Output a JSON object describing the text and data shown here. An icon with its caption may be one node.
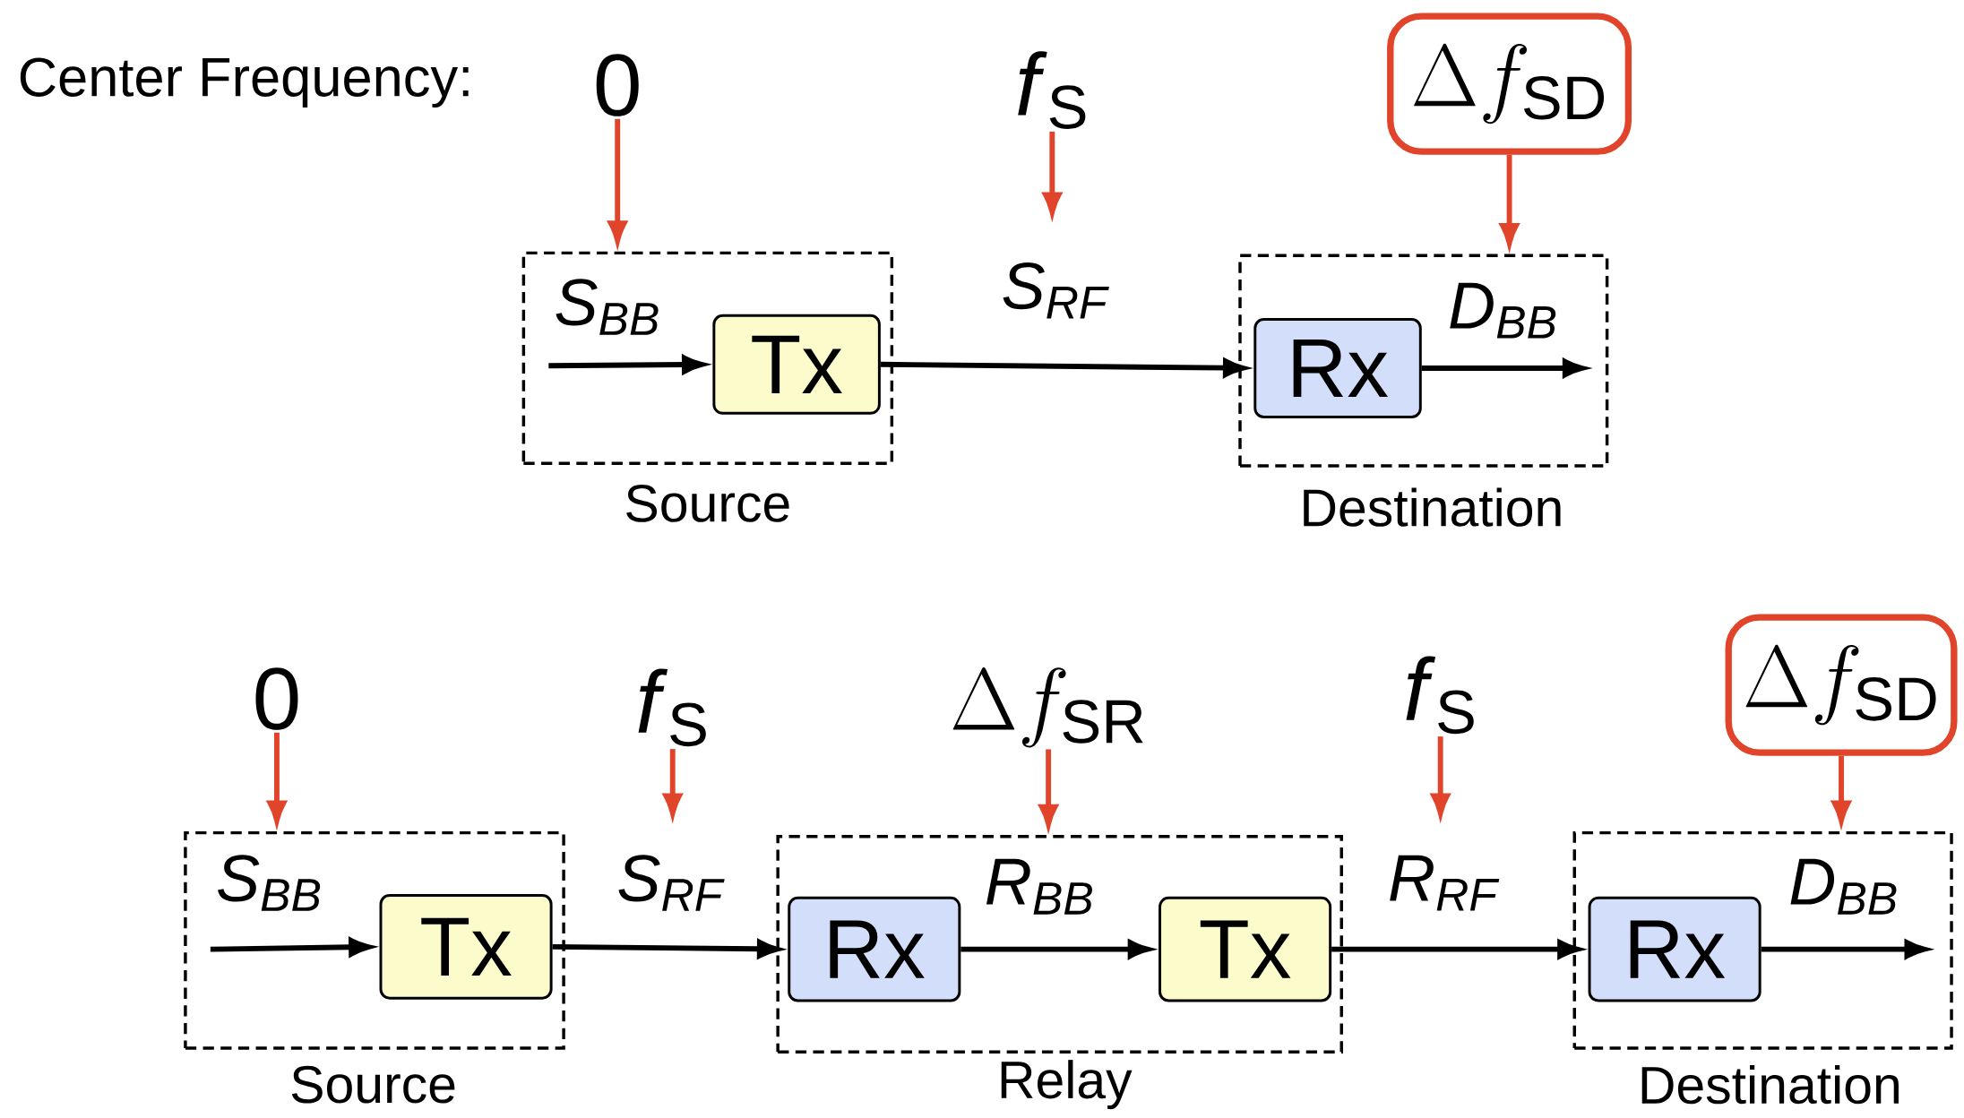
{
  "diagram": {
    "nodes": [
      {
        "text": [
          "0"
        ]
      },
      {
        "text": [
          "*f*$_{S}$"
        ]
      },
      {
        "text": [
          "\\Delta f_{\\mathrm{SD}}"
        ]
      },
      {
        "text": [
          "Source"
        ]
      },
      {
        "text": [
          "Tx"
        ],
        "in": 3
      },
      {
        "text": [
          "Destination"
        ]
      },
      {
        "text": [
          "Rx"
        ],
        "in": 5
      },
      {
        "text": [
          "0"
        ]
      },
      {
        "text": [
          "*f*$_{S}$"
        ]
      },
      {
        "text": [
          "\\Delta f_{\\mathrm{SR}}"
        ]
      },
      {
        "text": [
          "*f*$_{S}$"
        ]
      },
      {
        "text": [
          "\\Delta f_{\\mathrm{SD}}"
        ]
      },
      {
        "text": [
          "Source"
        ]
      },
      {
        "text": [
          "Tx"
        ],
        "in": 12
      },
      {
        "text": [
          "Relay"
        ]
      },
      {
        "text": [
          "Rx"
        ],
        "in": 14
      },
      {
        "text": [
          "Tx"
        ],
        "in": 14
      },
      {
        "text": [
          "Destination"
        ]
      },
      {
        "text": [
          "Rx"
        ],
        "in": 17
      }
    ],
    "edges": [
      {
        "from": 0,
        "to": 3,
        "arrow": "to",
        "color": "#e0452b"
      },
      {
        "from": 1,
        "to": null,
        "arrow": "to",
        "color": "#e0452b"
      },
      {
        "from": 2,
        "to": 5,
        "arrow": "to",
        "color": "#e0452b"
      },
      {
        "from": null,
        "to": 4,
        "arrow": "to",
        "label": "S$_{BB}$",
        "color": "#000000"
      },
      {
        "from": 4,
        "to": 6,
        "arrow": "to",
        "label": "S$_{RF}$",
        "color": "#000000"
      },
      {
        "from": 6,
        "to": null,
        "arrow": "to",
        "label": "D$_{BB}$",
        "color": "#000000"
      },
      {
        "from": 7,
        "to": 12,
        "arrow": "to",
        "color": "#e0452b"
      },
      {
        "from": 8,
        "to": null,
        "arrow": "to",
        "color": "#e0452b"
      },
      {
        "from": 9,
        "to": 14,
        "arrow": "to",
        "color": "#e0452b"
      },
      {
        "from": 10,
        "to": null,
        "arrow": "to",
        "color": "#e0452b"
      },
      {
        "from": 11,
        "to": 17,
        "arrow": "to",
        "color": "#e0452b"
      },
      {
        "from": null,
        "to": 13,
        "arrow": "to",
        "label": "S$_{BB}$",
        "color": "#000000"
      },
      {
        "from": 13,
        "to": 15,
        "arrow": "to",
        "label": "S$_{RF}$",
        "color": "#000000"
      },
      {
        "from": 15,
        "to": 16,
        "arrow": "to",
        "label": "R$_{BB}$",
        "color": "#000000"
      },
      {
        "from": 16,
        "to": 18,
        "arrow": "to",
        "label": "R$_{RF}$",
        "color": "#000000"
      },
      {
        "from": 18,
        "to": null,
        "arrow": "to",
        "label": "D$_{BB}$",
        "color": "#000000"
      }
    ],
    "labels": [
      "Center Frequency:"
    ]
  }
}
